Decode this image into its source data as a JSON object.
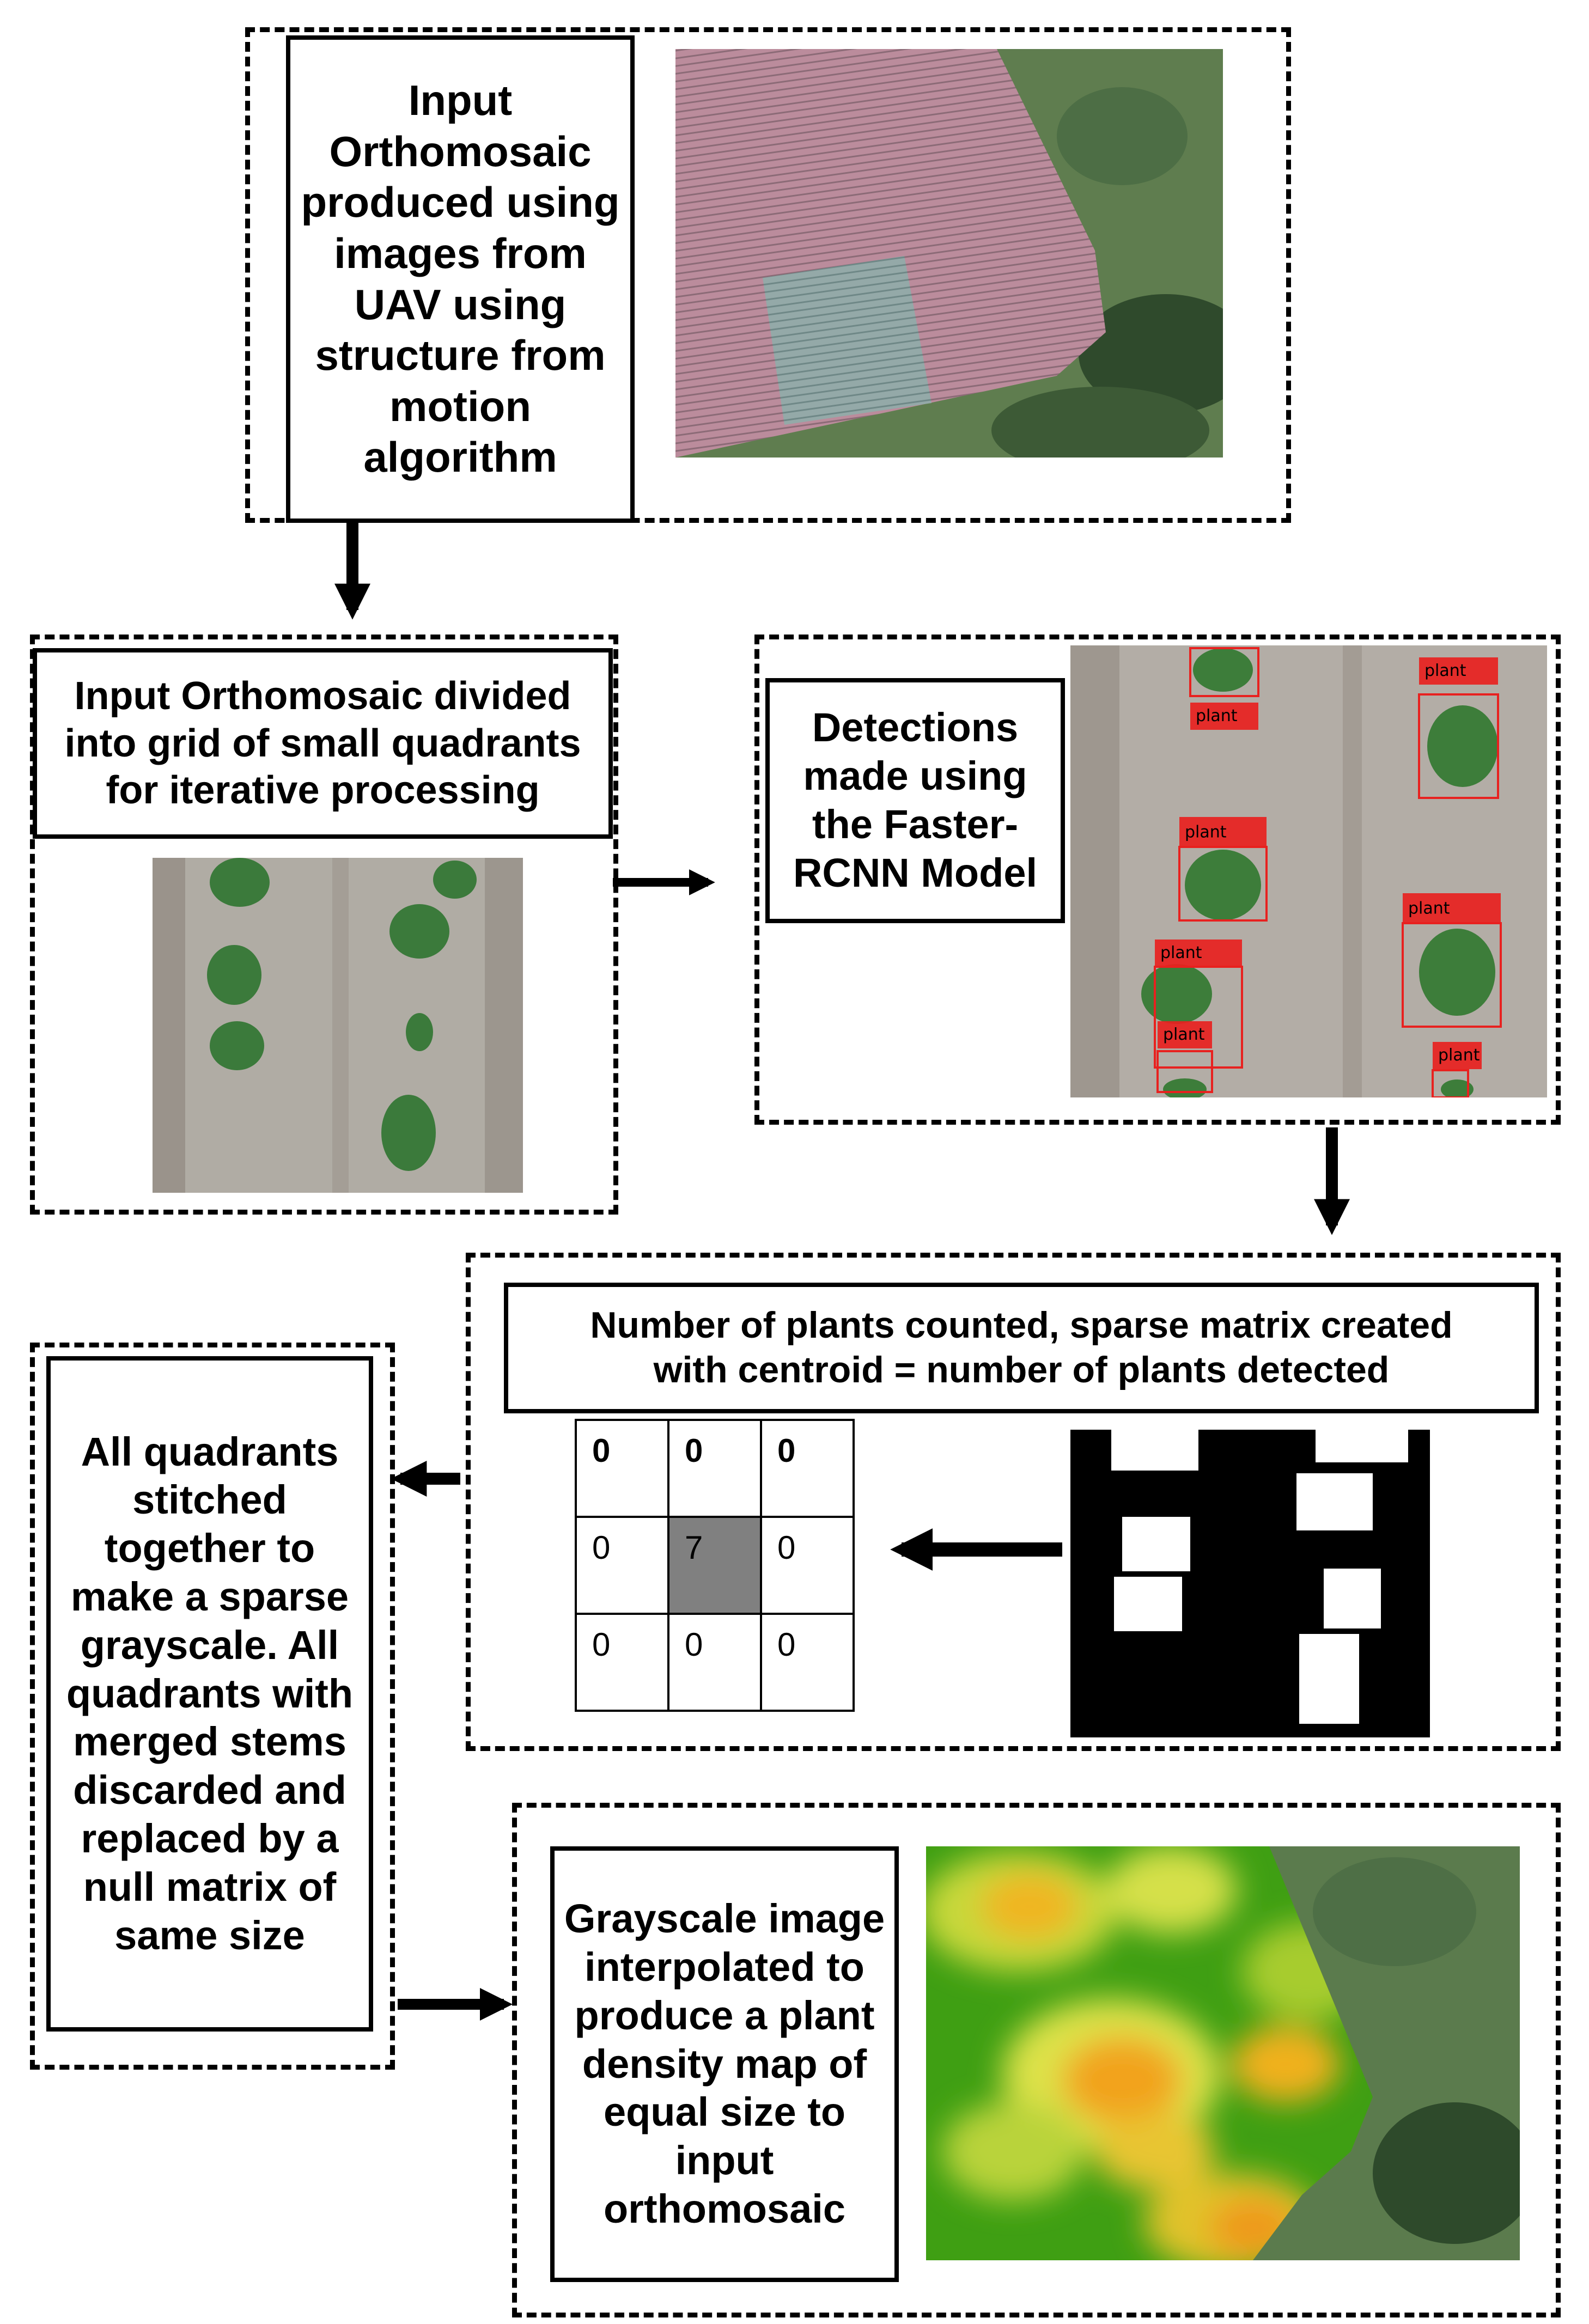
{
  "steps": {
    "input": "Input\nOrthomosaic\nproduced using\nimages from\nUAV using\nstructure from\nmotion\nalgorithm",
    "grid": "Input Orthomosaic divided\ninto grid of small quadrants\nfor iterative processing",
    "detect": "Detections\nmade using\nthe Faster-\nRCNN Model",
    "count": "Number of plants counted, sparse matrix created\nwith centroid = number of plants detected",
    "stitch": "All quadrants\nstitched\ntogether to\nmake a sparse\ngrayscale. All\nquadrants with\nmerged stems\ndiscarded and\nreplaced by a\nnull matrix of\nsame size",
    "density": "Grayscale image\ninterpolated to\nproduce a plant\ndensity map of\nequal size to\ninput\northomosaic"
  },
  "detection_label": "plant",
  "matrix": [
    [
      "0",
      "0",
      "0"
    ],
    [
      "0",
      "7",
      "0"
    ],
    [
      "0",
      "0",
      "0"
    ]
  ],
  "colors": {
    "detection_box": "#e8211f",
    "crop_pink": "#b98a9a",
    "field_green": "#5a7a4c",
    "soil": "#b1aca4",
    "plant": "#3d7d3a",
    "matrix_center": "#808080"
  }
}
